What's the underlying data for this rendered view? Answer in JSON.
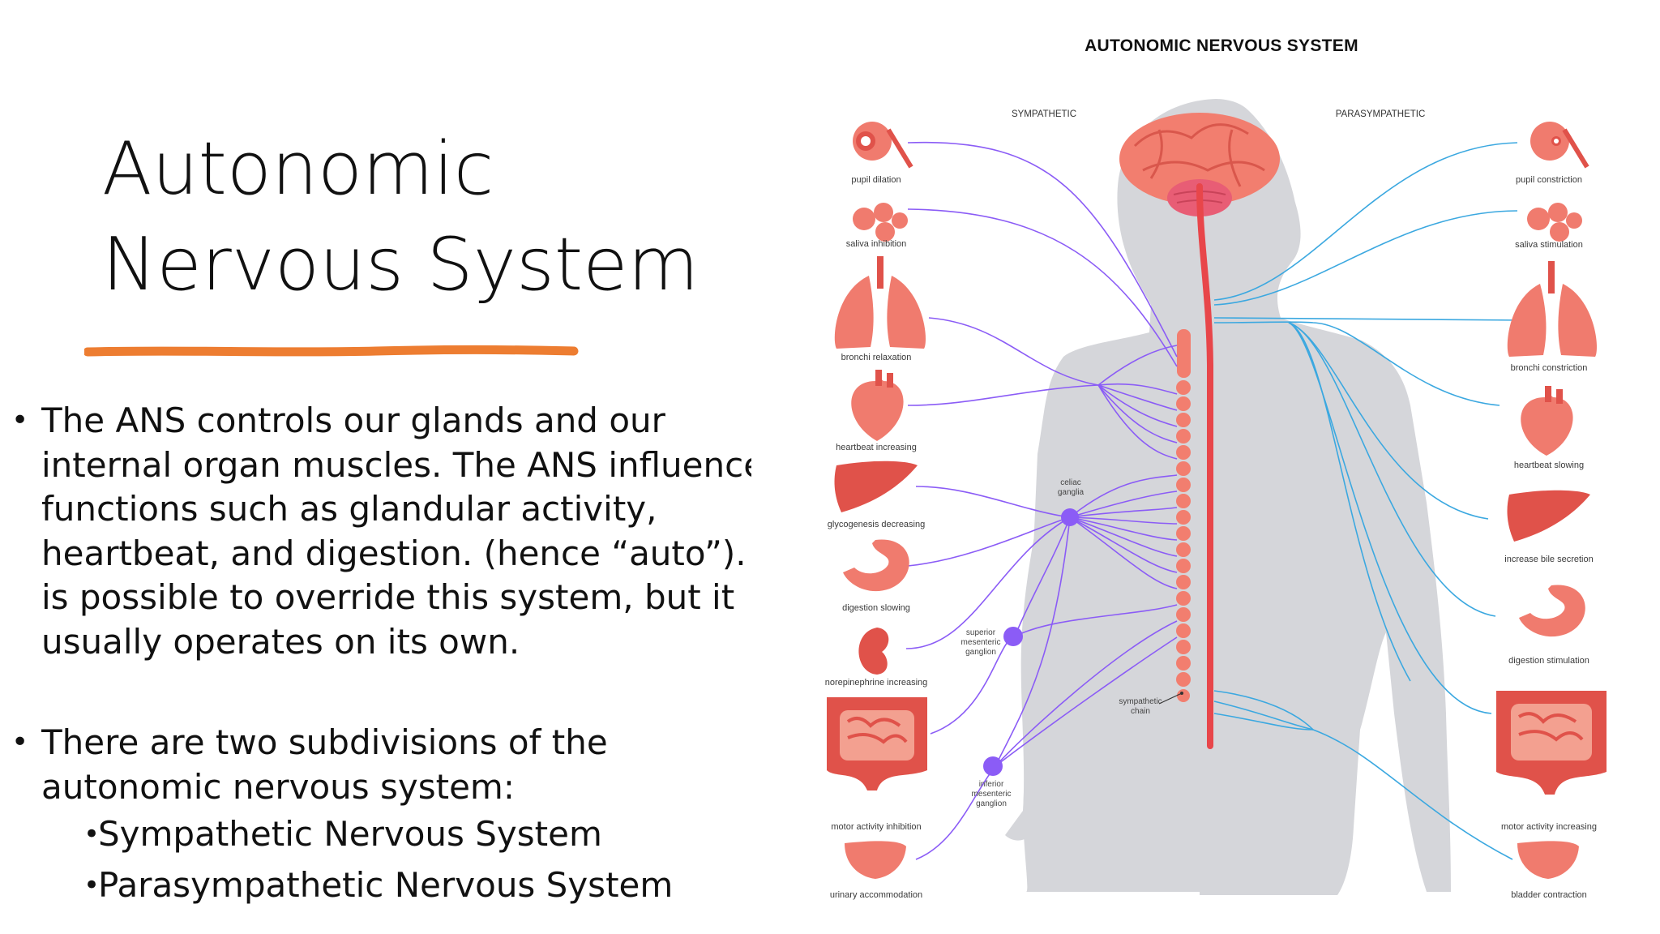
{
  "slide": {
    "title_line1": "Autonomic",
    "title_line2": "Nervous System",
    "accent_color": "#ed7d31",
    "bullets": {
      "b1": {
        "line1": "The ANS controls our glands and our",
        "line2": "internal organ muscles. The ANS influences",
        "line3": "functions such as glandular activity,",
        "line4": "heartbeat, and digestion. (hence “auto”). It",
        "line5": "is possible to override this system, but it",
        "line6": "usually operates on its own."
      },
      "b2": {
        "line1": "There are two subdivisions of the",
        "line2": "autonomic nervous system:",
        "sub1": "Sympathetic Nervous System",
        "sub2": "Parasympathetic Nervous System"
      }
    }
  },
  "diagram": {
    "title": "AUTONOMIC NERVOUS SYSTEM",
    "sympathetic": "SYMPATHETIC",
    "parasympathetic": "PARASYMPATHETIC",
    "colors": {
      "body": "#d5d6da",
      "organ": "#f07b6e",
      "organ_dark": "#e0524a",
      "spine": "#e8464a",
      "sympathetic_nerve": "#8b5cf6",
      "parasympathetic_nerve": "#3ba8e0"
    },
    "left_labels": {
      "pupil": "pupil dilation",
      "saliva": "saliva inhibition",
      "bronchi": "bronchi relaxation",
      "heart": "heartbeat increasing",
      "liver": "glycogenesis decreasing",
      "stomach": "digestion slowing",
      "kidney": "norepinephrine increasing",
      "intestine": "motor activity inhibition",
      "bladder": "urinary accommodation"
    },
    "right_labels": {
      "pupil": "pupil constriction",
      "saliva": "saliva stimulation",
      "bronchi": "bronchi constriction",
      "heart": "heartbeat slowing",
      "liver": "increase bile secretion",
      "stomach": "digestion stimulation",
      "intestine": "motor activity increasing",
      "bladder": "bladder contraction"
    },
    "ganglia": {
      "celiac_1": "celiac",
      "celiac_2": "ganglia",
      "superior_1": "superior",
      "superior_2": "mesenteric",
      "superior_3": "ganglion",
      "inferior_1": "inferior",
      "inferior_2": "mesenteric",
      "inferior_3": "ganglion",
      "chain_1": "sympathetic",
      "chain_2": "chain"
    }
  }
}
